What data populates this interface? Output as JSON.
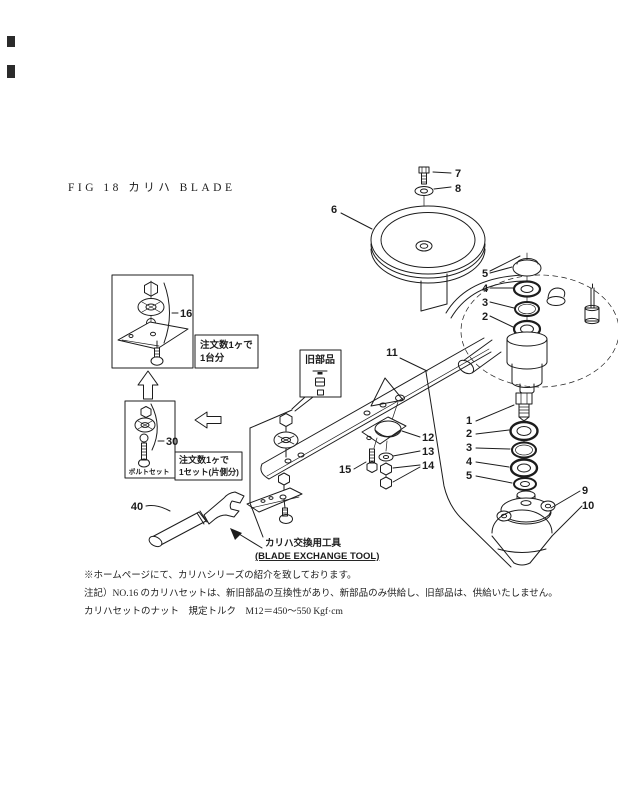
{
  "title": "FIG 18 カリハ BLADE",
  "labels": {
    "n1": "1",
    "n2": "2",
    "n3": "3",
    "n4": "4",
    "n5": "5",
    "n6": "6",
    "n7": "7",
    "n8": "8",
    "n9": "9",
    "n10": "10",
    "n11": "11",
    "n12": "12",
    "n13": "13",
    "n14": "14",
    "n15": "15",
    "n16": "16",
    "n30": "30",
    "n40": "40"
  },
  "callouts": {
    "old_parts": "旧部品",
    "blade_set_note_line1": "注文数1ヶで",
    "blade_set_note_line2": "1台分",
    "bolt_set_note_line1": "注文数1ヶで",
    "bolt_set_note_line2": "1セット(片側分)",
    "bolt_set_caption": "ボルトセット",
    "tool_label_jp": "カリハ交換用工具",
    "tool_label_en": "(BLADE EXCHANGE TOOL)"
  },
  "footnotes": [
    "※ホームページにて、カリハシリーズの紹介を致しております。",
    "注記）NO.16 のカリハセットは、新旧部品の互換性があり、新部品のみ供給し、旧部品は、供給いたしません。",
    "カリハセットのナット　規定トルク　M12＝450～550 Kgf·cm"
  ],
  "colors": {
    "ink": "#1c1c1c",
    "paper": "#ffffff"
  }
}
